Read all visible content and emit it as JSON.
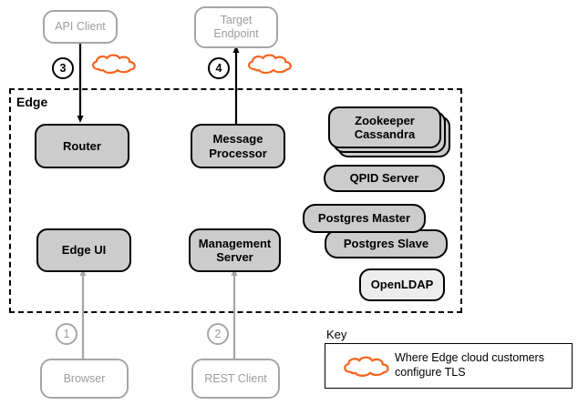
{
  "diagram": {
    "container": {
      "label": "Edge",
      "style": "dashed-border"
    },
    "external_nodes": [
      {
        "id": "api-client",
        "label": "API Client"
      },
      {
        "id": "target-endpoint",
        "label": "Target Endpoint",
        "line1": "Target",
        "line2": "Endpoint"
      },
      {
        "id": "browser",
        "label": "Browser"
      },
      {
        "id": "rest-client",
        "label": "REST Client"
      }
    ],
    "components": [
      {
        "id": "router",
        "label": "Router"
      },
      {
        "id": "message-processor",
        "label": "Message Processor",
        "line1": "Message",
        "line2": "Processor"
      },
      {
        "id": "edge-ui",
        "label": "Edge UI"
      },
      {
        "id": "management-server",
        "label": "Management Server",
        "line1": "Management",
        "line2": "Server"
      },
      {
        "id": "zookeeper",
        "label": "Zookeeper",
        "stacked": true
      },
      {
        "id": "cassandra",
        "label": "Cassandra",
        "stacked": true
      },
      {
        "id": "qpid-server",
        "label": "QPID Server"
      },
      {
        "id": "postgres-master",
        "label": "Postgres Master"
      },
      {
        "id": "postgres-slave",
        "label": "Postgres Slave"
      },
      {
        "id": "openldap",
        "label": "OpenLDAP"
      }
    ],
    "flows": [
      {
        "number": "1",
        "from": "Browser",
        "to": "Edge UI",
        "emphasis": "muted"
      },
      {
        "number": "2",
        "from": "REST Client",
        "to": "Management Server",
        "emphasis": "muted"
      },
      {
        "number": "3",
        "from": "API Client",
        "to": "Router",
        "emphasis": "dark"
      },
      {
        "number": "4",
        "from": "Message Processor",
        "to": "Target Endpoint",
        "emphasis": "dark"
      }
    ],
    "key": {
      "title": "Key",
      "entry_label": "Where Edge cloud customers configure TLS",
      "entry_line1": "Where Edge cloud customers",
      "entry_line2": "configure TLS",
      "icon": "cloud-icon"
    },
    "colors": {
      "cloud_stroke": "#f4641e",
      "component_fill": "#cccccc",
      "component_light_fill": "#ededed",
      "external_stroke": "#a6a6a6",
      "external_text": "#9d9d9d",
      "dark_stroke": "#000000"
    }
  }
}
